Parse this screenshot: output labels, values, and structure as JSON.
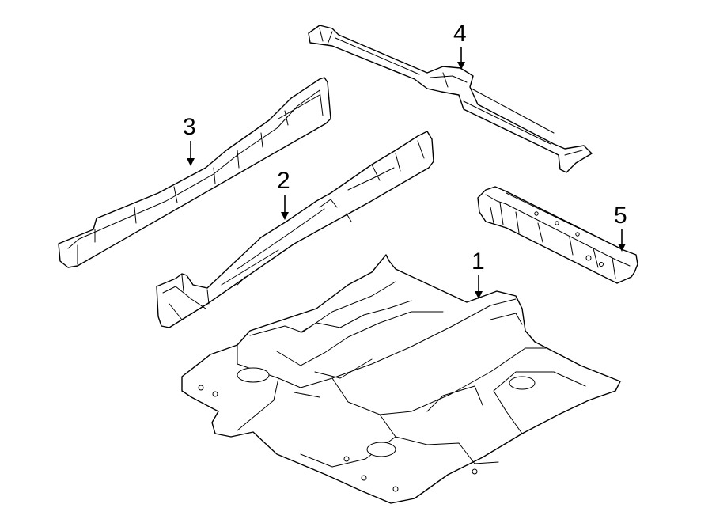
{
  "callouts": [
    {
      "id": "1",
      "label": "1",
      "part": "floor-pan"
    },
    {
      "id": "2",
      "label": "2",
      "part": "inner-rocker"
    },
    {
      "id": "3",
      "label": "3",
      "part": "outer-rocker"
    },
    {
      "id": "4",
      "label": "4",
      "part": "cross-member"
    },
    {
      "id": "5",
      "label": "5",
      "part": "rear-bracket"
    }
  ],
  "colors": {
    "line": "#000000",
    "background": "#ffffff"
  }
}
